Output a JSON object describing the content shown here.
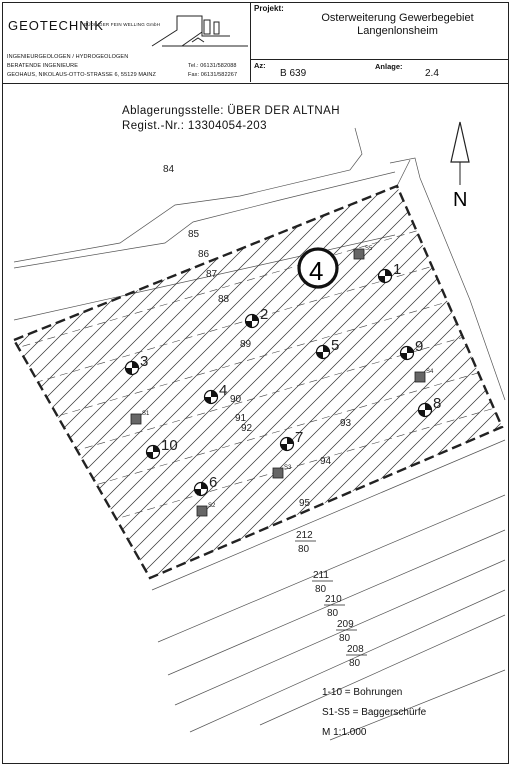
{
  "company": {
    "name": "GEOTECHNIK",
    "subtitle": "BÜDINGER FEIN WELLING GmbH",
    "line1": "INGENIEURGEOLOGEN / HYDROGEOLOGEN",
    "line2": "BERATENDE INGENIEURE",
    "line3": "GEOHAUS, NIKOLAUS-OTTO-STRASSE 6, 55129 MAINZ",
    "tel": "Tel.: 06131/582088",
    "fax": "Fax: 06131/582267"
  },
  "project": {
    "label": "Projekt:",
    "title_line1": "Osterweiterung Gewerbegebiet",
    "title_line2": "Langenlonsheim",
    "az_label": "Az:",
    "az_value": "B 639",
    "anlage_label": "Anlage:",
    "anlage_value": "2.4"
  },
  "site": {
    "line1": "Ablagerungsstelle: ÜBER DER ALTNAH",
    "line2": "Regist.-Nr.: 13304054-203"
  },
  "map": {
    "north_label": "N",
    "plan_number": "4",
    "parcels": [
      "84",
      "85",
      "86",
      "87",
      "88",
      "89",
      "90",
      "91",
      "92",
      "93",
      "94",
      "95"
    ],
    "fractions": [
      {
        "num": "212",
        "den": "80"
      },
      {
        "num": "211",
        "den": "80"
      },
      {
        "num": "210",
        "den": "80"
      },
      {
        "num": "209",
        "den": "80"
      },
      {
        "num": "208",
        "den": "80"
      }
    ],
    "boreholes": [
      "1",
      "2",
      "3",
      "4",
      "5",
      "6",
      "7",
      "8",
      "9",
      "10"
    ],
    "test_pits": [
      "S1",
      "S2",
      "S3",
      "S4",
      "S5"
    ]
  },
  "legend": {
    "line1": "1-10    = Bohrungen",
    "line2": "S1-S5  = Baggerschürfe",
    "line3": "M 1:1.000"
  }
}
